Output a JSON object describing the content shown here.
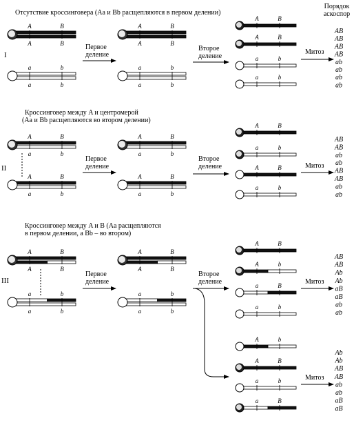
{
  "header": {
    "line1": "Порядок",
    "line2": "аскоспор"
  },
  "labels": {
    "first_division": [
      "Первое",
      "деление"
    ],
    "second_division": [
      "Второе",
      "деление"
    ],
    "mitosis": "Митоз",
    "gene_A": "A",
    "gene_B": "B",
    "gene_a": "a",
    "gene_b": "b"
  },
  "sections": [
    {
      "roman": "I",
      "title": [
        "Отсутствие кроссинговера (Aa и Bb расщепляются в первом делении)"
      ],
      "orders": [
        [
          "AB",
          "AB",
          "AB",
          "AB",
          "ab",
          "ab",
          "ab",
          "ab"
        ]
      ]
    },
    {
      "roman": "II",
      "title": [
        "Кроссинговер между A и центромерой",
        "(Aa и Bb расщепляются во втором делении)"
      ],
      "orders": [
        [
          "AB",
          "AB",
          "ab",
          "ab",
          "AB",
          "AB",
          "ab",
          "ab"
        ]
      ]
    },
    {
      "roman": "III",
      "title": [
        "Кроссинговер между A и B (Aa расщепляются",
        "в первом делении, а Bb – во втором)"
      ],
      "orders": [
        [
          "AB",
          "AB",
          "Ab",
          "Ab",
          "aB",
          "aB",
          "ab",
          "ab"
        ],
        [
          "Ab",
          "Ab",
          "AB",
          "AB",
          "ab",
          "ab",
          "aB",
          "aB"
        ]
      ]
    }
  ]
}
